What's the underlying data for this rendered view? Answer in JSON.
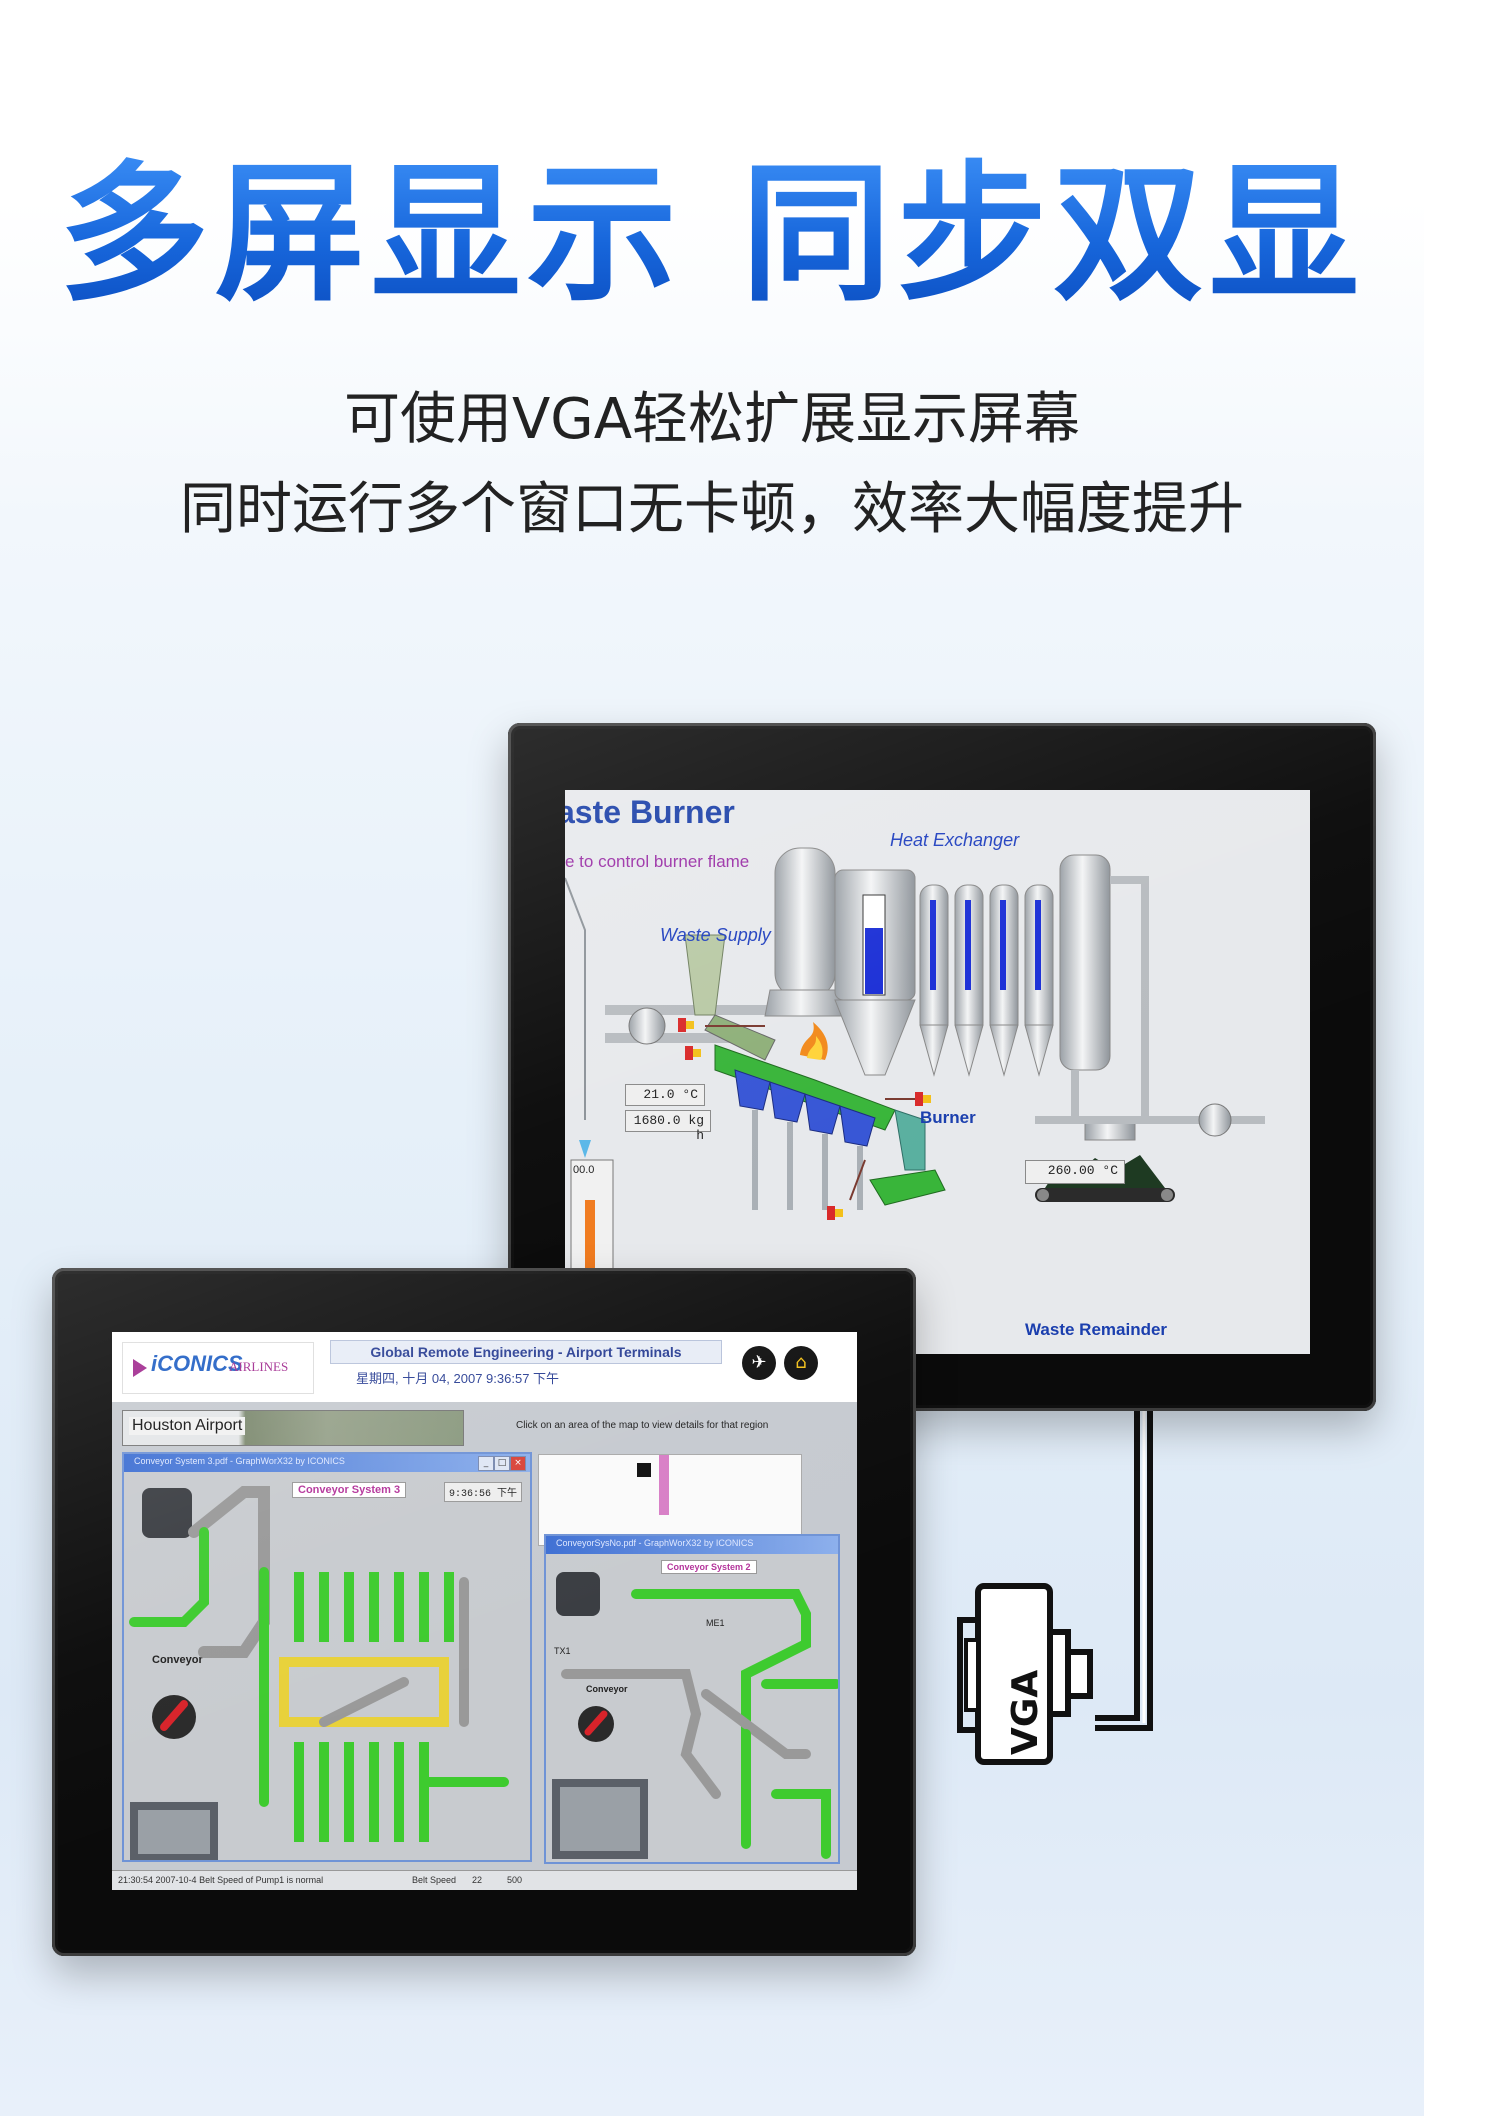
{
  "headline": "多屏显示 同步双显",
  "subtitle_line1": "可使用VGA轻松扩展显示屏幕",
  "subtitle_line2": "同时运行多个窗口无卡顿，效率大幅度提升",
  "colors": {
    "headline_blue": "#1f6fe0",
    "bezel": "#0b0b0b",
    "pipe_green": "#3ecb2f"
  },
  "back_screen": {
    "title": "aste Burner",
    "subtitle": "e to control burner flame",
    "heat_exchanger": "Heat Exchanger",
    "waste_supply": "Waste Supply",
    "burner": "Burner",
    "waste_remainder": "Waste Remainder",
    "temp1": "21.0 °C",
    "flow": "1680.0 kg h",
    "temp2": "260.00 °C",
    "gauge": "00.0"
  },
  "front_screen": {
    "logo": "iCONICS",
    "logo_sub": "AIRLINES",
    "title": "Global Remote Engineering - Airport Terminals",
    "datetime": "星期四, 十月 04, 2007   9:36:57 下午",
    "airport": "Houston Airport",
    "click_hint": "Click on an area of the map to view details for that region",
    "window1": {
      "titlebar": "Conveyor System 3.pdf - GraphWorX32 by ICONICS",
      "label": "Conveyor System 3",
      "time": "9:36:56 下午",
      "conveyor": "Conveyor"
    },
    "window2": {
      "titlebar": "ConveyorSysNo.pdf - GraphWorX32 by ICONICS",
      "label": "Conveyor System 2",
      "conveyor": "Conveyor",
      "me1": "ME1",
      "tx1": "TX1"
    },
    "status_left": "21:30:54   2007-10-4  Belt Speed of Pump1 is normal",
    "status_mid": "Belt Speed",
    "status_v1": "22",
    "status_v2": "500"
  },
  "vga_label": "VGA",
  "icons": [
    "airplane-icon",
    "home-icon",
    "conveyor-knob-icon",
    "vga-connector-icon",
    "window-close-icon"
  ]
}
